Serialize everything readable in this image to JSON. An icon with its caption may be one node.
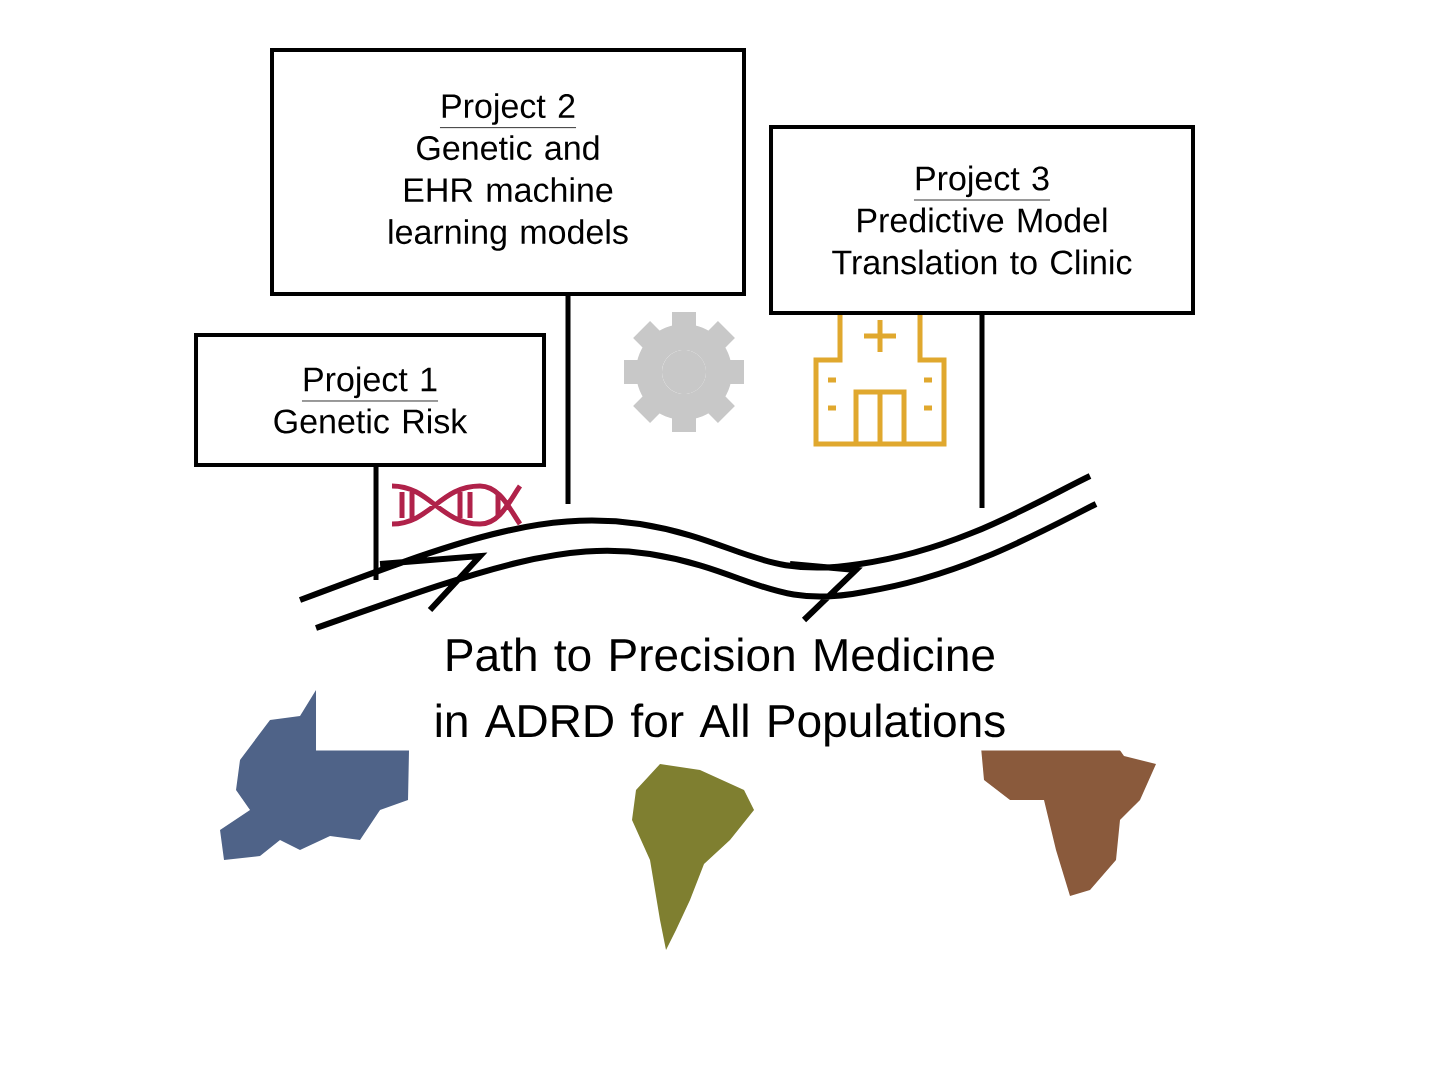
{
  "diagram": {
    "nodes": [
      {
        "text": [
          "Project 2",
          "Genetic and EHR machine learning models"
        ]
      },
      {
        "text": [
          "Project 3",
          "Predictive Model Translation to Clinic"
        ]
      },
      {
        "text": [
          "Project 1",
          "Genetic Risk"
        ]
      }
    ],
    "labels": [
      "Path to Precision Medicine in ADRD for All Populations"
    ]
  }
}
